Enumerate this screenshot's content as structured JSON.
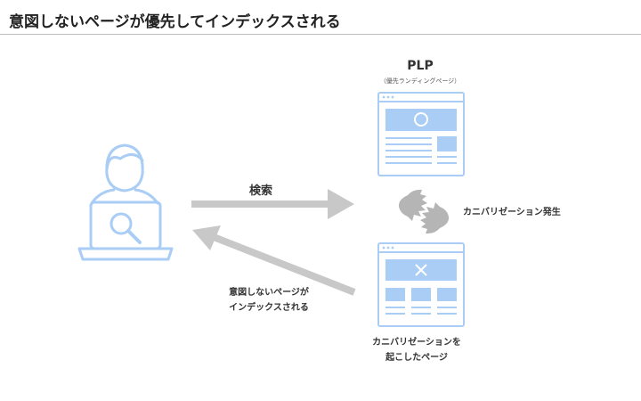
{
  "title": "意図しないページが優先してインデックスされる",
  "plp": {
    "label": "PLP",
    "sublabel": "（優先ランディングページ）"
  },
  "arrows": {
    "search_label": "検索",
    "unintended_line1": "意図しないページが",
    "unintended_line2": "インデックスされる"
  },
  "cannibalization_label": "カニバリゼーション発生",
  "caused_page": {
    "line1": "カニバリゼーションを",
    "line2": "起こしたページ"
  },
  "colors": {
    "accent_blue": "#a9cdf5",
    "arrow_gray": "#c8c8c8",
    "icon_gray": "#b5b5b5"
  }
}
